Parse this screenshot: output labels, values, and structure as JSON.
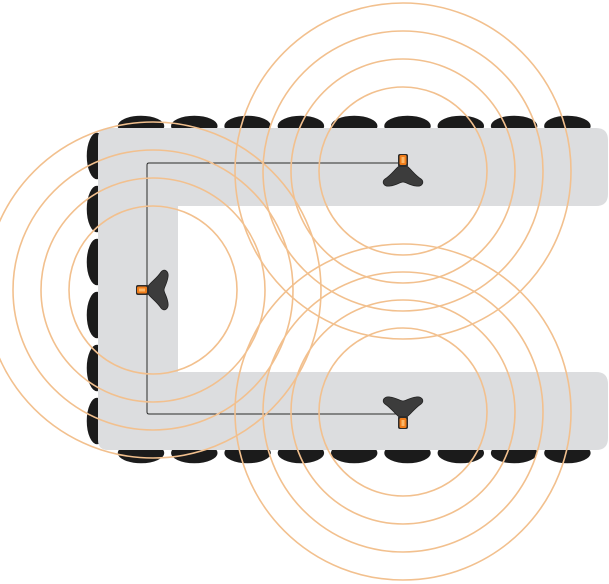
{
  "diagram": {
    "description_visible_text": "",
    "colors": {
      "background": "#ffffff",
      "table": "#dcdddf",
      "chair": "#1b1b1b",
      "chair_edge": "#ffffff",
      "cable": "#2a2a2a",
      "pickup_ring": "#f2c08e",
      "device_body": "#3c3c3c",
      "device_led": "#f07d1a"
    },
    "layout_type": "u-shaped-conference-table",
    "microphones": [
      {
        "id": "mic-top-right",
        "orientation": "indicator-up"
      },
      {
        "id": "mic-left",
        "orientation": "indicator-left"
      },
      {
        "id": "mic-bottom-right",
        "orientation": "indicator-down"
      }
    ],
    "pickup_rings_per_microphone": 4,
    "chairs": {
      "top_row": 9,
      "bottom_row": 9,
      "left_column": 6
    }
  }
}
